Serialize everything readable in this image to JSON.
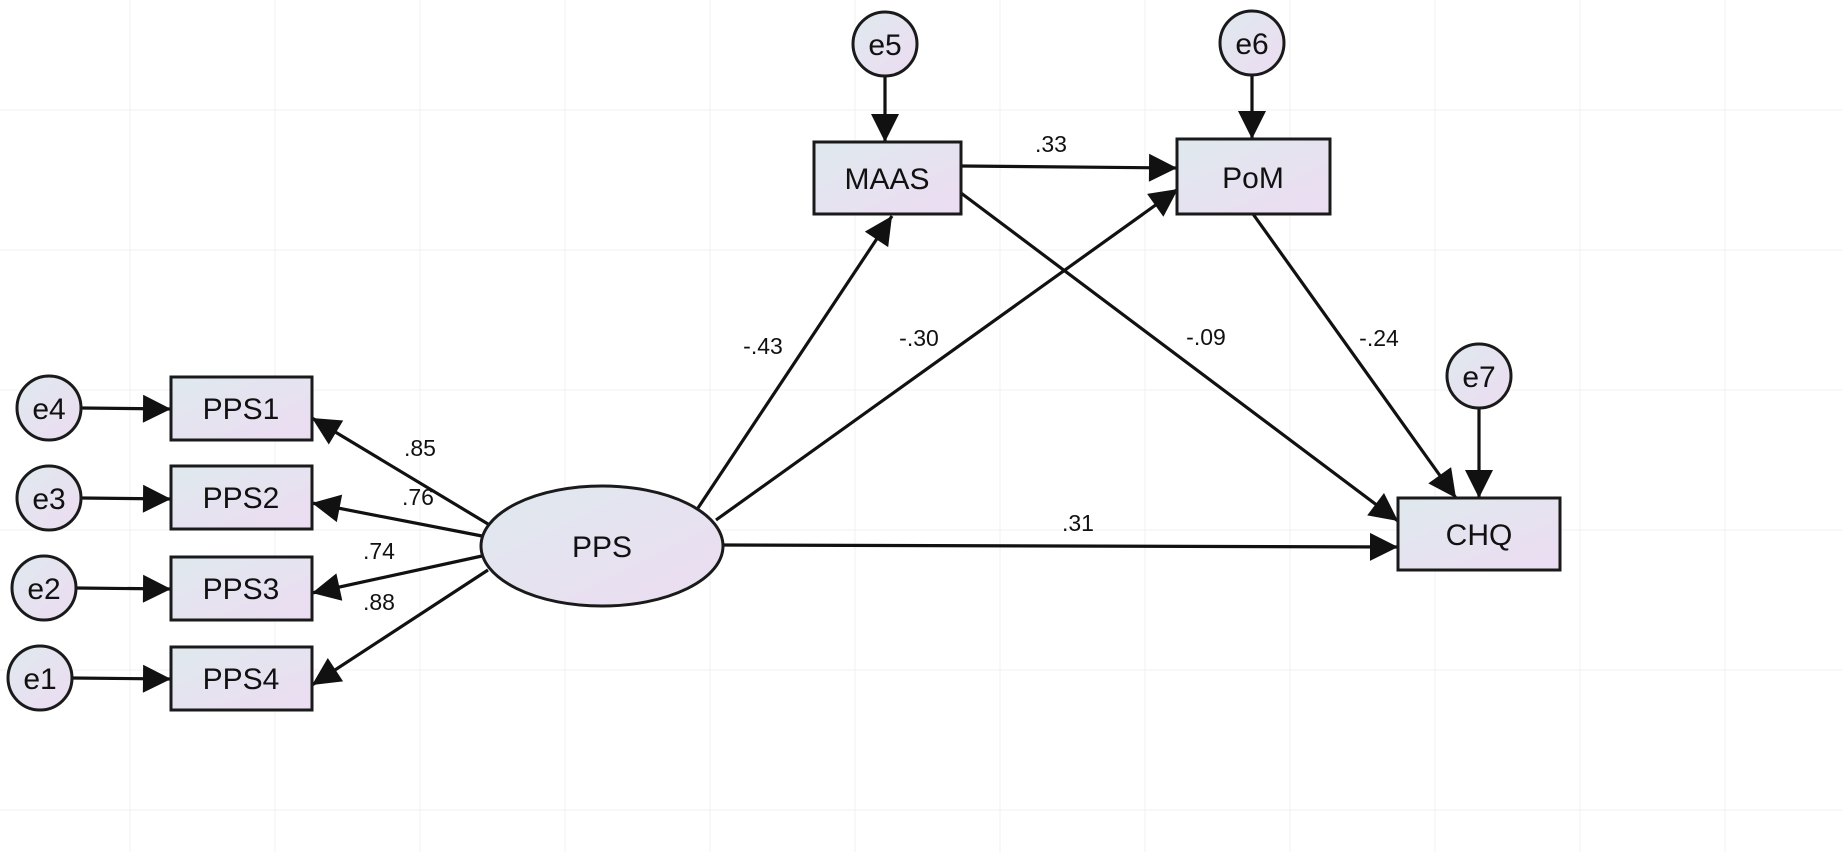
{
  "diagram": {
    "colors": {
      "line": "#111111",
      "fill_start": "#dfe9ee",
      "fill_end": "#ecdcf2",
      "background": "#ffffff"
    },
    "latent": {
      "id": "PPS",
      "label": "PPS"
    },
    "observed": [
      {
        "id": "PPS1",
        "label": "PPS1"
      },
      {
        "id": "PPS2",
        "label": "PPS2"
      },
      {
        "id": "PPS3",
        "label": "PPS3"
      },
      {
        "id": "PPS4",
        "label": "PPS4"
      },
      {
        "id": "MAAS",
        "label": "MAAS"
      },
      {
        "id": "PoM",
        "label": "PoM"
      },
      {
        "id": "CHQ",
        "label": "CHQ"
      }
    ],
    "errors": [
      {
        "id": "e1",
        "label": "e1",
        "target": "PPS4"
      },
      {
        "id": "e2",
        "label": "e2",
        "target": "PPS3"
      },
      {
        "id": "e3",
        "label": "e3",
        "target": "PPS2"
      },
      {
        "id": "e4",
        "label": "e4",
        "target": "PPS1"
      },
      {
        "id": "e5",
        "label": "e5",
        "target": "MAAS"
      },
      {
        "id": "e6",
        "label": "e6",
        "target": "PoM"
      },
      {
        "id": "e7",
        "label": "e7",
        "target": "CHQ"
      }
    ],
    "paths": [
      {
        "from": "PPS",
        "to": "PPS1",
        "coef": ".85"
      },
      {
        "from": "PPS",
        "to": "PPS2",
        "coef": ".76"
      },
      {
        "from": "PPS",
        "to": "PPS3",
        "coef": ".74"
      },
      {
        "from": "PPS",
        "to": "PPS4",
        "coef": ".88"
      },
      {
        "from": "PPS",
        "to": "MAAS",
        "coef": "-.43"
      },
      {
        "from": "PPS",
        "to": "PoM",
        "coef": "-.30"
      },
      {
        "from": "PPS",
        "to": "CHQ",
        "coef": ".31"
      },
      {
        "from": "MAAS",
        "to": "PoM",
        "coef": ".33"
      },
      {
        "from": "MAAS",
        "to": "CHQ",
        "coef": "-.09"
      },
      {
        "from": "PoM",
        "to": "CHQ",
        "coef": "-.24"
      }
    ]
  }
}
